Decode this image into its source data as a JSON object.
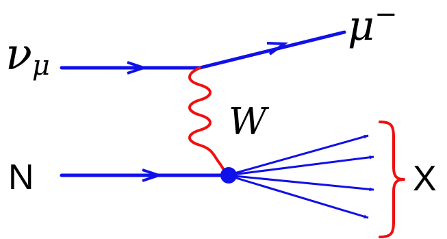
{
  "labels": {
    "incoming_neutrino_symbol": "ν",
    "incoming_neutrino_subscript": "μ",
    "outgoing_muon_symbol": "μ",
    "outgoing_muon_superscript": "−",
    "boson": "W",
    "nucleon": "N",
    "hadronic_system": "X"
  },
  "colors": {
    "fermion_lines": "#1010e8",
    "boson_line": "#ee1111",
    "brace": "#ee1111",
    "text": "#000000",
    "background": "#ffffff"
  }
}
